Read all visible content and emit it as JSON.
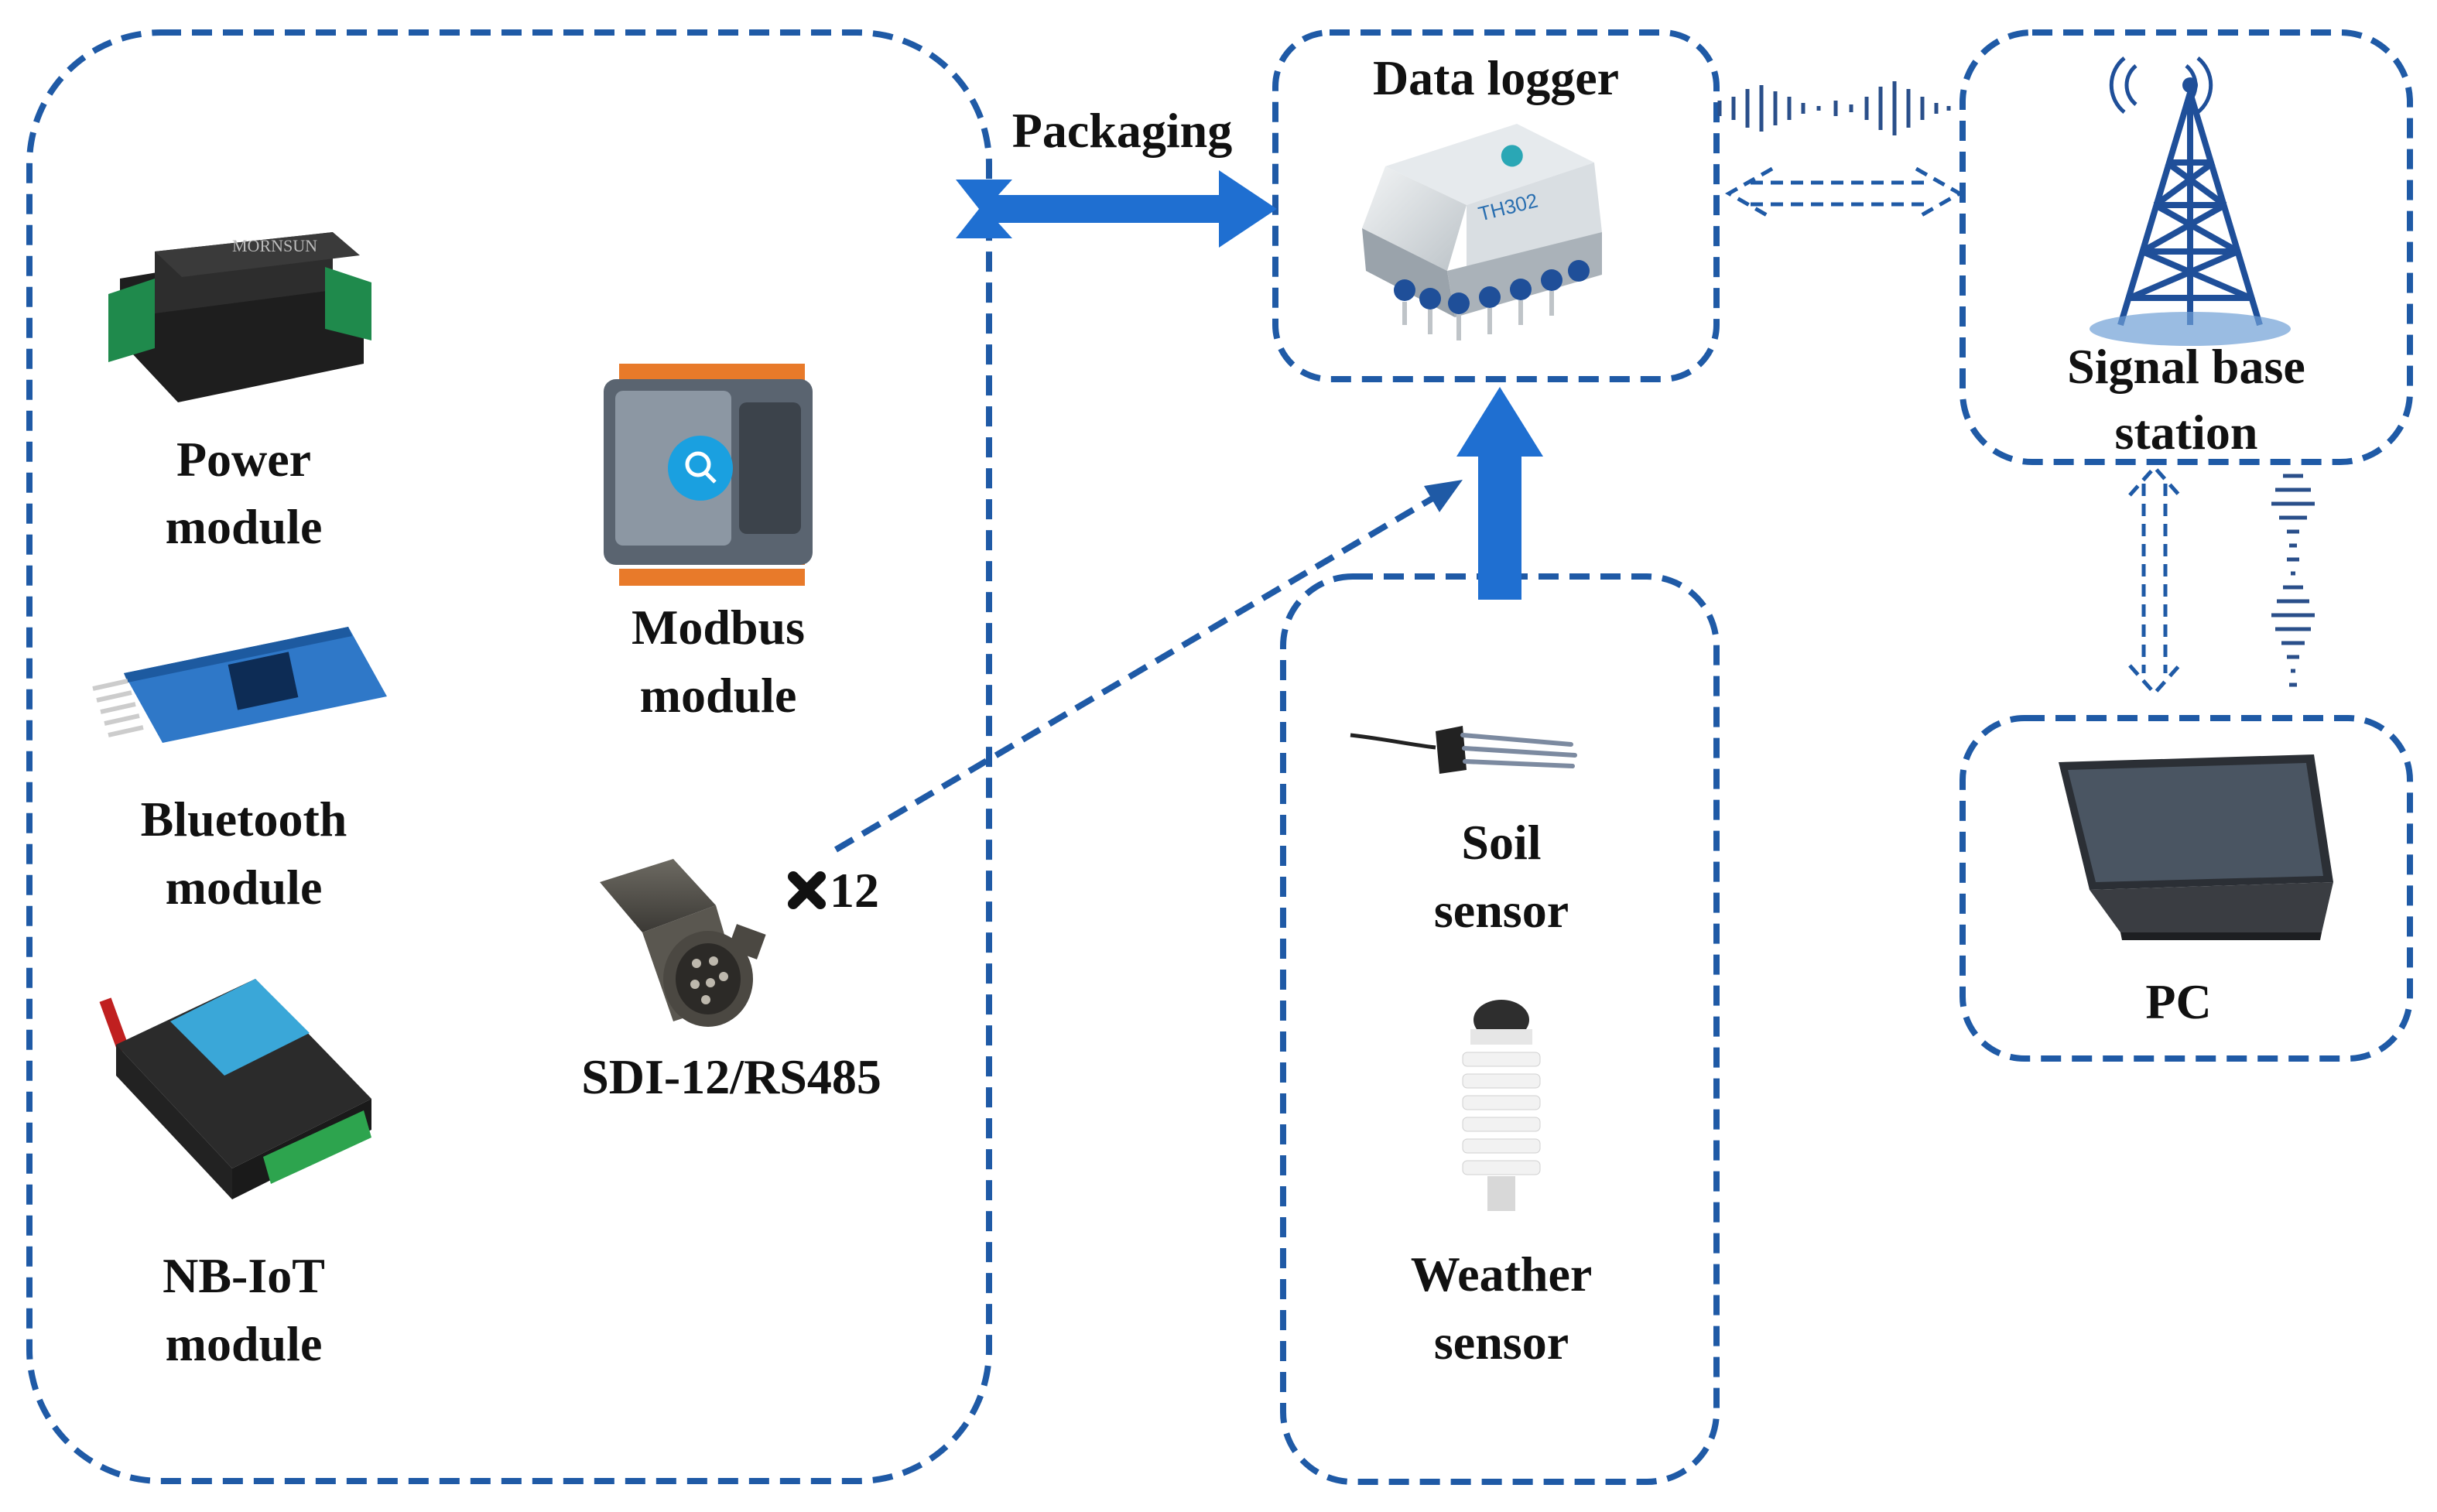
{
  "colors": {
    "accent": "#1f5aa6",
    "arrow": "#1f6fd1",
    "text": "#111111"
  },
  "left_group": {
    "power_module": {
      "line1": "Power",
      "line2": "module"
    },
    "bluetooth_module": {
      "line1": "Bluetooth",
      "line2": "module"
    },
    "nbiot_module": {
      "line1": "NB-IoT",
      "line2": "module"
    },
    "modbus_module": {
      "line1": "Modbus",
      "line2": "module"
    },
    "connector": {
      "label": "SDI-12/RS485",
      "multiplier": "12"
    }
  },
  "packaging_arrow": {
    "label": "Packaging"
  },
  "data_logger": {
    "title": "Data logger",
    "device_label": "TH302"
  },
  "sensors": {
    "soil": {
      "line1": "Soil",
      "line2": "sensor"
    },
    "weather": {
      "line1": "Weather",
      "line2": "sensor"
    }
  },
  "base_station": {
    "line1": "Signal base",
    "line2": "station"
  },
  "pc": {
    "label": "PC"
  },
  "icons": [
    "power-module-icon",
    "bluetooth-module-icon",
    "nbiot-module-icon",
    "modbus-module-icon",
    "connector-icon",
    "data-logger-icon",
    "soil-sensor-icon",
    "weather-sensor-icon",
    "tower-icon",
    "laptop-icon",
    "wave-icon",
    "x-mark-icon"
  ]
}
